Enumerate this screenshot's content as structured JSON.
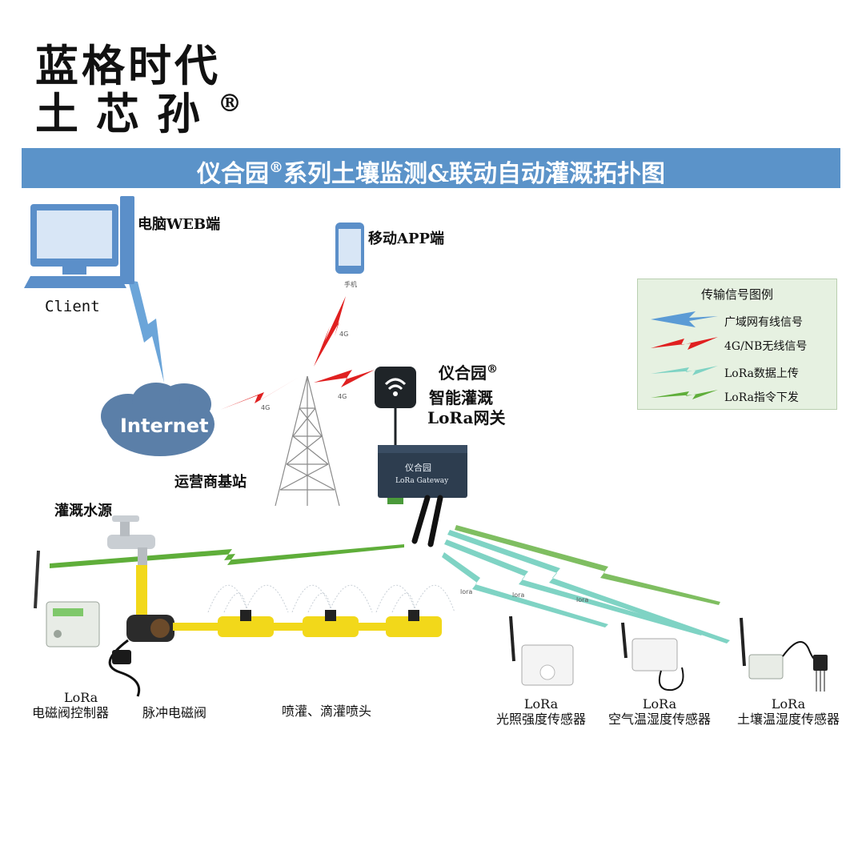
{
  "brand": {
    "line1": "蓝格时代",
    "line2": "土芯孙",
    "reg_mark": "®"
  },
  "banner": {
    "title_pre": "仪合园",
    "reg_mark": "®",
    "title_post": "系列土壤监测&联动自动灌溉拓扑图"
  },
  "nodes": {
    "computer_label": "电脑WEB端",
    "client_label": "Client",
    "phone_label": "移动APP端",
    "phone_small": "手机",
    "internet_label": "Internet",
    "base_station_label": "运营商基站",
    "gateway_line1": "仪合园",
    "gateway_reg": "®",
    "gateway_line2": "智能灌溉",
    "gateway_line3": "LoRa网关",
    "gateway_device_cn": "仪合园",
    "gateway_device_en": "LoRa Gateway",
    "water_source_label": "灌溉水源"
  },
  "link_tags": {
    "g4_a": "4G",
    "g4_b": "4G",
    "g4_c": "4G",
    "lora_a": "lora",
    "lora_b": "lora",
    "lora_c": "lora"
  },
  "legend": {
    "title": "传输信号图例",
    "items": [
      {
        "label": "广域网有线信号",
        "color": "#5b9bd5"
      },
      {
        "label": "4G/NB无线信号",
        "color": "#e02020"
      },
      {
        "label": "LoRa数据上传",
        "color": "#7fd3c4"
      },
      {
        "label": "LoRa指令下发",
        "color": "#5fae3a"
      }
    ]
  },
  "devices": {
    "valve_controller": {
      "line1": "LoRa",
      "line2": "电磁阀控制器"
    },
    "pulse_valve": "脉冲电磁阀",
    "sprinklers": "喷灌、滴灌喷头",
    "light_sensor": {
      "line1": "LoRa",
      "line2": "光照强度传感器"
    },
    "air_sensor": {
      "line1": "LoRa",
      "line2": "空气温湿度传感器"
    },
    "soil_sensor": {
      "line1": "LoRa",
      "line2": "土壤温湿度传感器"
    }
  },
  "colors": {
    "banner": "#5b93c9",
    "wan": "#5b9bd5",
    "wireless": "#e02020",
    "lora_up": "#7fd3c4",
    "lora_down": "#5fae3a",
    "irrigation_yellow": "#f2d81a"
  }
}
